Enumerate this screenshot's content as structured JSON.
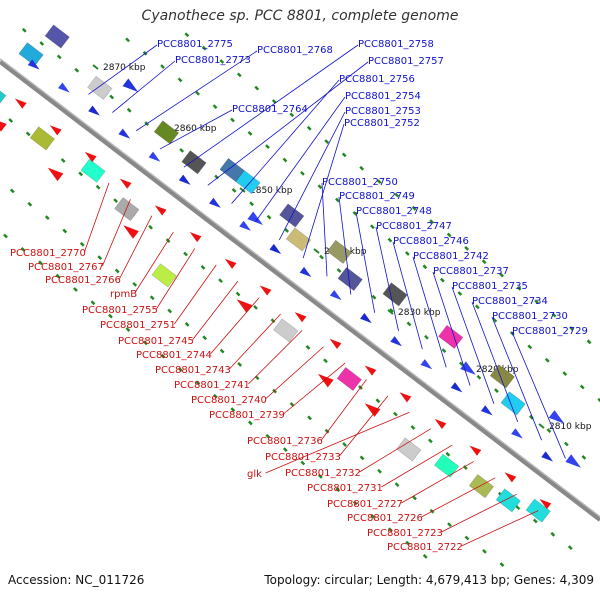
{
  "title": "Cyanothece sp. PCC 8801, complete genome",
  "footer": {
    "accession": "Accession: NC_011726",
    "summary": "Topology: circular; Length: 4,679,413 bp; Genes: 4,309"
  },
  "colors": {
    "forward_labels": "#1111cc",
    "reverse_labels": "#cc1111",
    "backbone": "#888888",
    "tick": "#228822"
  },
  "scale_labels": [
    "2870 kbp",
    "2860 kbp",
    "2850 kbp",
    "2840 kbp",
    "2830 kbp",
    "2820 kbp",
    "2810 kbp"
  ],
  "forward_genes": [
    "PCC8801_2775",
    "PCC8801_2773",
    "PCC8801_2768",
    "PCC8801_2764",
    "PCC8801_2758",
    "PCC8801_2757",
    "PCC8801_2756",
    "PCC8801_2754",
    "PCC8801_2753",
    "PCC8801_2752",
    "PCC8801_2750",
    "PCC8801_2749",
    "PCC8801_2748",
    "PCC8801_2747",
    "PCC8801_2746",
    "PCC8801_2742",
    "PCC8801_2737",
    "PCC8801_2735",
    "PCC8801_2734",
    "PCC8801_2730",
    "PCC8801_2729"
  ],
  "reverse_genes": [
    "PCC8801_2770",
    "PCC8801_2767",
    "PCC8801_2766",
    "rpmB",
    "PCC8801_2755",
    "PCC8801_2751",
    "PCC8801_2745",
    "PCC8801_2744",
    "PCC8801_2743",
    "PCC8801_2741",
    "PCC8801_2740",
    "PCC8801_2739",
    "PCC8801_2736",
    "PCC8801_2733",
    "glk",
    "PCC8801_2732",
    "PCC8801_2731",
    "PCC8801_2727",
    "PCC8801_2726",
    "PCC8801_2723",
    "PCC8801_2722"
  ]
}
